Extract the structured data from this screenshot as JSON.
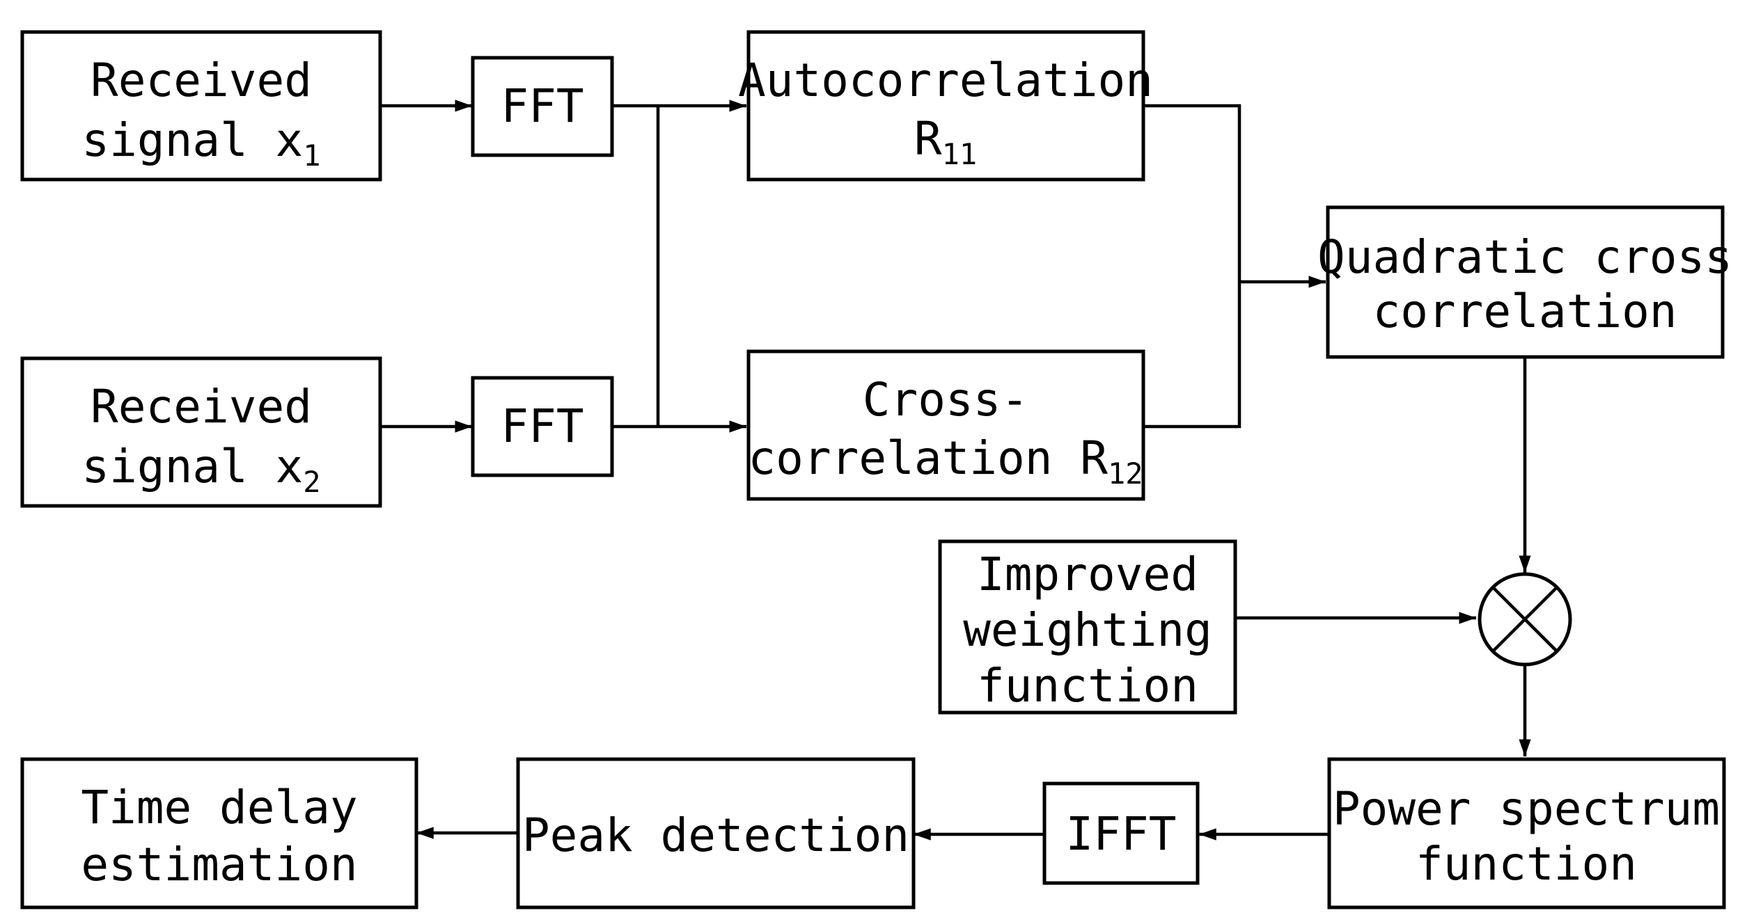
{
  "blocks": {
    "received_x1": {
      "line1": "Received",
      "line2": "signal x",
      "line2_sub": "1"
    },
    "received_x2": {
      "line1": "Received",
      "line2": "signal x",
      "line2_sub": "2"
    },
    "fft_top": {
      "label": "FFT"
    },
    "fft_bottom": {
      "label": "FFT"
    },
    "autocorrelation": {
      "line1": "Autocorrelation",
      "line2": "R",
      "line2_sub": "11"
    },
    "cross_correlation": {
      "line1": "Cross-",
      "line2": "correlation R",
      "line2_sub": "12"
    },
    "quadratic_cross": {
      "line1": "Quadratic cross",
      "line2": "correlation"
    },
    "improved_weighting": {
      "line1": "Improved",
      "line2": "weighting",
      "line3": "function"
    },
    "power_spectrum": {
      "line1": "Power spectrum",
      "line2": "function"
    },
    "ifft": {
      "label": "IFFT"
    },
    "peak_detection": {
      "label": "Peak detection"
    },
    "time_delay": {
      "line1": "Time delay",
      "line2": "estimation"
    }
  },
  "multiplier": {
    "icon": "multiplier-icon"
  }
}
